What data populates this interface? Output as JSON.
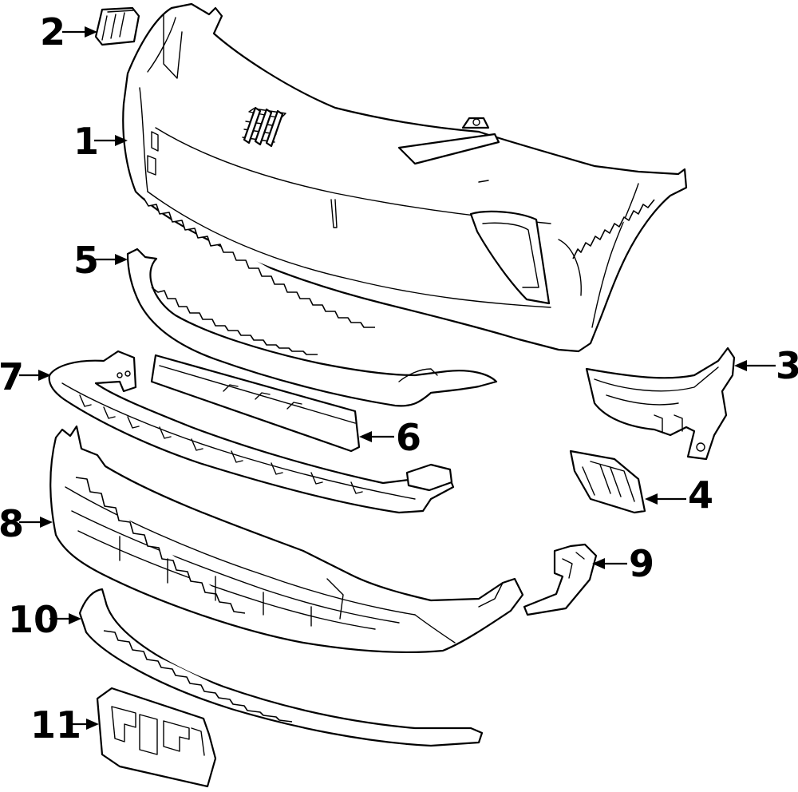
{
  "diagram": {
    "callouts": [
      {
        "id": "c1",
        "label": "1"
      },
      {
        "id": "c2",
        "label": "2"
      },
      {
        "id": "c3",
        "label": "3"
      },
      {
        "id": "c4",
        "label": "4"
      },
      {
        "id": "c5",
        "label": "5"
      },
      {
        "id": "c6",
        "label": "6"
      },
      {
        "id": "c7",
        "label": "7"
      },
      {
        "id": "c8",
        "label": "8"
      },
      {
        "id": "c9",
        "label": "9"
      },
      {
        "id": "c10",
        "label": "10"
      },
      {
        "id": "c11",
        "label": "11"
      }
    ]
  },
  "colors": {
    "line": "#000000",
    "background": "#ffffff"
  }
}
